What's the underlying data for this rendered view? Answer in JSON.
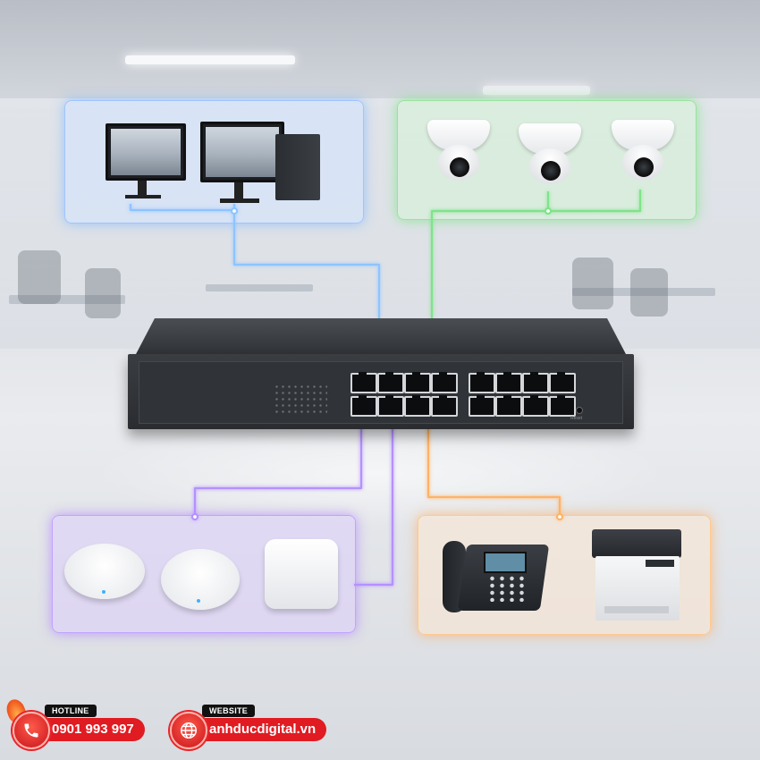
{
  "colors": {
    "wire_blue": "#8ec4ff",
    "wire_green": "#7fe38a",
    "wire_purple": "#b591ff",
    "wire_orange": "#ffb266",
    "badge_red": "#e11b22"
  },
  "devices": {
    "top_left": [
      "monitor",
      "monitor",
      "desktop-tower"
    ],
    "top_right": [
      "dome-camera",
      "dome-camera",
      "dome-camera"
    ],
    "bottom_left": [
      "access-point-round",
      "access-point-round",
      "access-point-square"
    ],
    "bottom_right": [
      "ip-phone",
      "laser-printer"
    ],
    "center": "network-switch-16-port"
  },
  "switch": {
    "port_count": 16,
    "reset_label": "Reset"
  },
  "contact": {
    "hotline_label": "HOTLINE",
    "hotline_number": "0901 993 997",
    "website_label": "WEBSITE",
    "website_url": "anhducdigital.vn",
    "hotline_icon": "phone-icon",
    "website_icon": "globe-icon"
  }
}
